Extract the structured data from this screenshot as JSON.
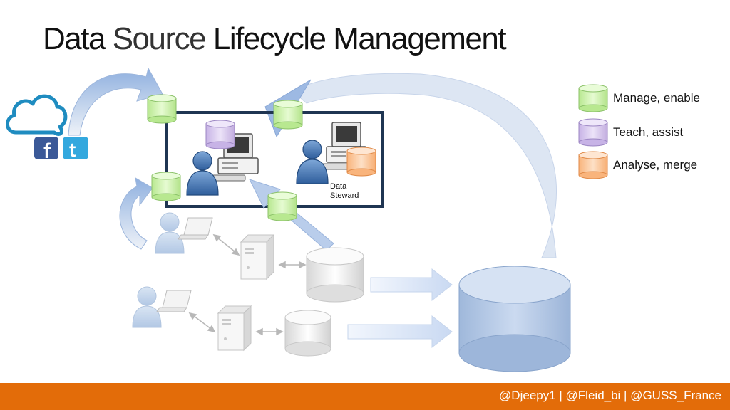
{
  "title": {
    "part1": "Data",
    "part2": "Source",
    "part3": "Lifecycle Management"
  },
  "legend": [
    {
      "label": "Manage, enable",
      "color": "#ccf2a6"
    },
    {
      "label": "Teach, assist",
      "color": "#d9c8ee"
    },
    {
      "label": "Analyse, merge",
      "color": "#fcc79a"
    }
  ],
  "steward_label": [
    "Data",
    "Steward"
  ],
  "footer": {
    "text": "@Djeepy1 | @Fleid_bi | @GUSS_France",
    "color": "#e36c09"
  },
  "icons": [
    "cloud-icon",
    "facebook-icon",
    "twitter-icon",
    "user-icon",
    "computer-icon",
    "server-icon",
    "database-icon",
    "laptop-icon"
  ]
}
